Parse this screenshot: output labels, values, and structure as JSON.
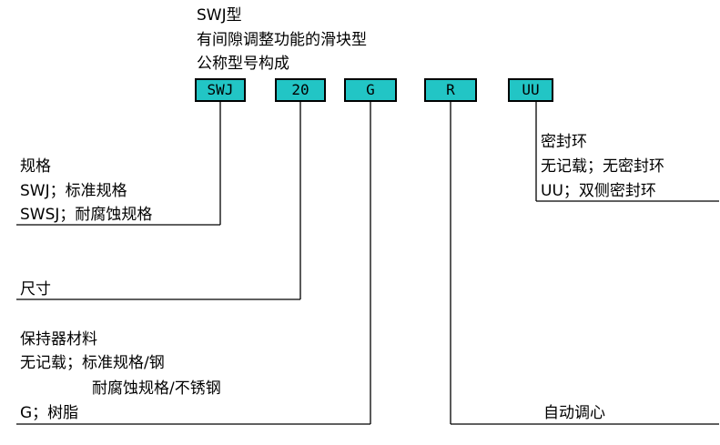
{
  "header": {
    "line1": "SWJ型",
    "line2": "有间隙调整功能的滑块型",
    "line3": "公称型号构成"
  },
  "codes": [
    "SWJ",
    "20",
    "G",
    "R",
    "UU"
  ],
  "spec": {
    "title": "规格",
    "item1": "SWJ；标准规格",
    "item2": "SWSJ；耐腐蚀规格"
  },
  "size": {
    "title": "尺寸"
  },
  "retainer": {
    "title": "保持器材料",
    "item1": "无记载；标准规格/钢",
    "item2": "耐腐蚀规格/不锈钢",
    "item3": "G；树脂"
  },
  "align": {
    "title": "自动调心"
  },
  "seal": {
    "title": "密封环",
    "item1": "无记载；无密封环",
    "item2": "UU；双侧密封环"
  },
  "colors": {
    "code_box": "#22c5c5",
    "line": "#000000"
  }
}
